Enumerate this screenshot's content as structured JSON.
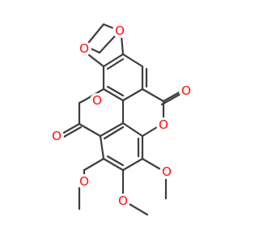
{
  "molecule": {
    "atom_color": "#ff0d0d",
    "bond_color": "#3d3d3d",
    "atom_labels": {
      "o_dioxole_top": "O",
      "o_dioxole_left": "O",
      "o_ring_left": "O",
      "o_carbonyl_right": "O",
      "o_ring_right": "O",
      "o_carbonyl_left": "O",
      "o_methoxy_left": "O",
      "o_methoxy_right": "O",
      "o_methoxy_bottom": "O"
    }
  }
}
